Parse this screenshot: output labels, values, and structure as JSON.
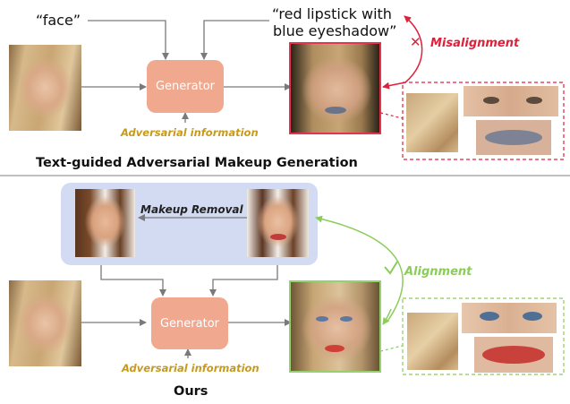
{
  "top": {
    "text_face": "“face”",
    "text_prompt_line1": "“red lipstick with",
    "text_prompt_line2": "blue eyeshadow”",
    "generator_label": "Generator",
    "adversarial_label": "Adversarial information",
    "misalignment_label": "Misalignment",
    "section_title": "Text-guided Adversarial Makeup Generation"
  },
  "bottom": {
    "makeup_removal_label": "Makeup Removal",
    "generator_label": "Generator",
    "adversarial_label": "Adversarial information",
    "alignment_label": "Alignment",
    "section_title": "Ours"
  },
  "colors": {
    "generator": "#f0a88f",
    "misalignment": "#e0203a",
    "alignment": "#8bcc5a",
    "adversarial_text": "#c79a1c",
    "removal_panel": "#d3dbf2",
    "divider": "#9a9a9a"
  },
  "icons": {
    "cross": "x-mark-icon"
  }
}
